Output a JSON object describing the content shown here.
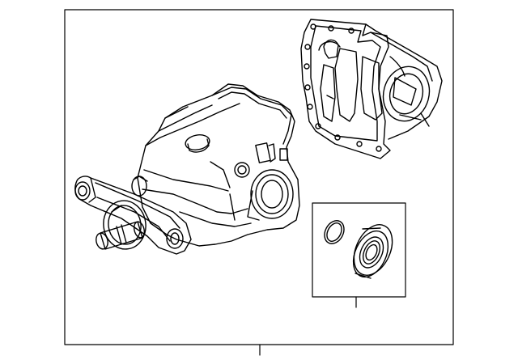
{
  "diagram": {
    "stroke_color": "#000000",
    "background": "#ffffff",
    "parts": [
      {
        "name": "differential-assembly"
      },
      {
        "name": "rear-cover"
      },
      {
        "name": "seal-kit"
      }
    ]
  }
}
